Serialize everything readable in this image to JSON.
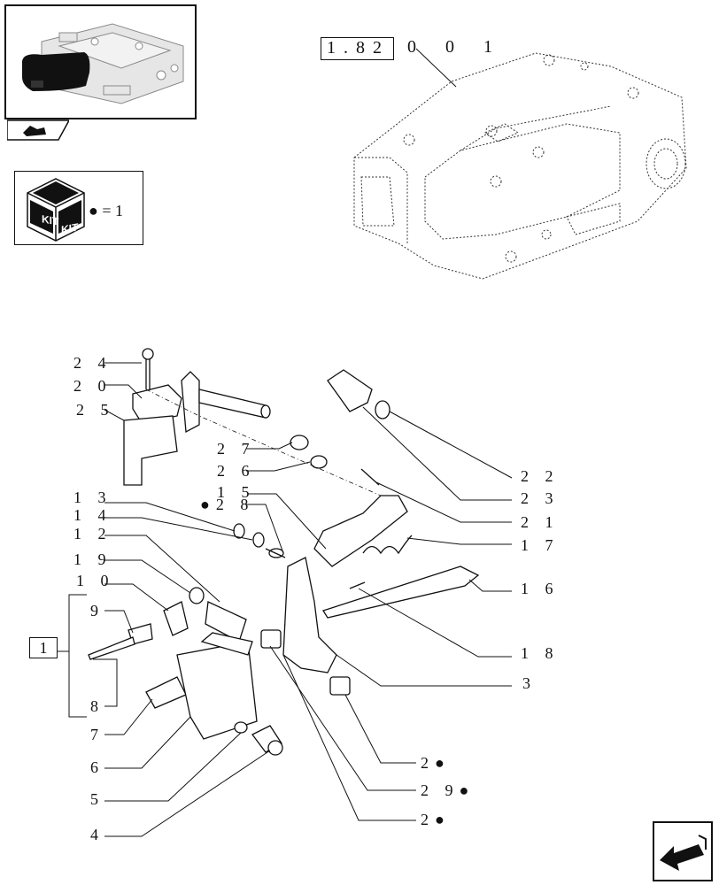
{
  "reference_code": {
    "boxed": "1.82",
    "suffix": "0 0 1"
  },
  "kit_legend": {
    "icon_text": "KIT",
    "equals_text": "● = 1"
  },
  "group_label": "1",
  "callouts": [
    {
      "id": "c24",
      "text": "2 4"
    },
    {
      "id": "c20",
      "text": "2 0"
    },
    {
      "id": "c25",
      "text": "2 5"
    },
    {
      "id": "c27",
      "text": "2 7"
    },
    {
      "id": "c26",
      "text": "2 6"
    },
    {
      "id": "c15",
      "text": "1 5"
    },
    {
      "id": "c28",
      "text": "●2 8"
    },
    {
      "id": "c13",
      "text": "1 3"
    },
    {
      "id": "c14",
      "text": "1 4"
    },
    {
      "id": "c12",
      "text": "1 2"
    },
    {
      "id": "c19",
      "text": "1 9"
    },
    {
      "id": "c10",
      "text": "1 0"
    },
    {
      "id": "c9",
      "text": "9"
    },
    {
      "id": "c8",
      "text": "8"
    },
    {
      "id": "c7",
      "text": "7"
    },
    {
      "id": "c6",
      "text": "6"
    },
    {
      "id": "c5",
      "text": "5"
    },
    {
      "id": "c4",
      "text": "4"
    },
    {
      "id": "c22",
      "text": "2 2"
    },
    {
      "id": "c23",
      "text": "2 3"
    },
    {
      "id": "c21",
      "text": "2 1"
    },
    {
      "id": "c17",
      "text": "1 7"
    },
    {
      "id": "c16",
      "text": "1 6"
    },
    {
      "id": "c18",
      "text": "1 8"
    },
    {
      "id": "c3",
      "text": "3"
    },
    {
      "id": "c2a",
      "text": "2●"
    },
    {
      "id": "c29",
      "text": "2 9●"
    },
    {
      "id": "c2b",
      "text": "2●"
    }
  ]
}
